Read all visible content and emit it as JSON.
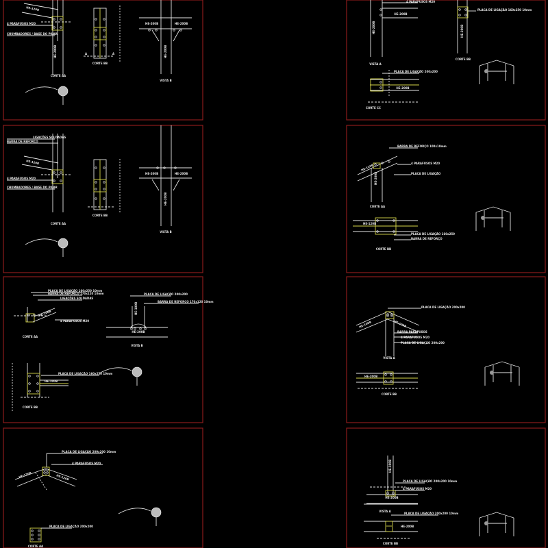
{
  "colors": {
    "background": "#000000",
    "frame": "#8c1c1c",
    "lines": "#e6e6e6",
    "plate": "#d8d84a"
  },
  "panels": [
    {
      "labels": [
        "HE-120B",
        "4 PARAFUSOS M20",
        "CHUMBADORES / BASE DO PILAR",
        "CORTE AA",
        "CORTE BB",
        "HE-200B",
        "HE-200B",
        "HE-200B",
        "VISTA B",
        "A",
        "A"
      ]
    },
    {
      "labels": [
        "4 PARAFUSOS M20",
        "HE-200B",
        "HE-200B",
        "VISTA A",
        "PLACA DE LIGAÇÃO 160x250 10mm",
        "HE-200B",
        "CORTE BB",
        "PLACA DE LIGAÇÃO 200x200",
        "HE-200B",
        "CORTE CC"
      ]
    },
    {
      "labels": [
        "LIGAÇÕES SOLDADAS",
        "BARRA DE REFORÇO",
        "HE-120B",
        "4 PARAFUSOS M20",
        "CHUMBADORES / BASE DO PILAR",
        "CORTE AA",
        "CORTE BB",
        "HE-200B",
        "HE-200B",
        "HE-200B",
        "VISTA B"
      ]
    },
    {
      "labels": [
        "BARRA DE REFORÇO 100x10mm",
        "HE-120B",
        "4 PARAFUSOS M20",
        "PLACA DE LIGAÇÃO",
        "HE-200B",
        "CORTE AA",
        "HE-120B",
        "PLACA DE LIGAÇÃO 160x250",
        "BARRA DE REFORÇO",
        "CORTE BB"
      ]
    },
    {
      "labels": [
        "PLACA DE LIGAÇÃO 160x250 10mm",
        "BARRA DE REFORÇO 170x120 10mm",
        "LIGAÇÕES SOLDADAS",
        "HE-100B",
        "4 PARAFUSOS M20",
        "CORTE AA",
        "PLACA DE LIGAÇÃO 200x200",
        "BARRA DE REFORÇO 170x120 10mm",
        "HE-100B",
        "HE-200B",
        "VISTA B",
        "PLACA DE LIGAÇÃO 160x250 10mm",
        "HE-100B",
        "CORTE BB"
      ]
    },
    {
      "labels": [
        "PLACA DE LIGAÇÃO 200x200",
        "HE-100B",
        "HE-100B",
        "BARRA PARAFUSOS",
        "4 PARAFUSOS M20",
        "PLACA DE LIGAÇÃO 200x200",
        "VISTA A",
        "HE-200B",
        "CORTE BB"
      ]
    },
    {
      "labels": [
        "PLACA DE LIGAÇÃO 200x200 10mm",
        "HE-120B",
        "HE-120B",
        "4 PARAFUSOS M20",
        "PLACA DE LIGAÇÃO 200x200",
        "CORTE AA"
      ]
    },
    {
      "labels": [
        "HE-100B",
        "PLACA DE LIGAÇÃO 200x200 10mm",
        "4 PARAFUSOS M20",
        "HE-200B",
        "VISTA A",
        "PLACA DE LIGAÇÃO 200x200 10mm",
        "HE-200B",
        "CORTE BB"
      ]
    }
  ]
}
